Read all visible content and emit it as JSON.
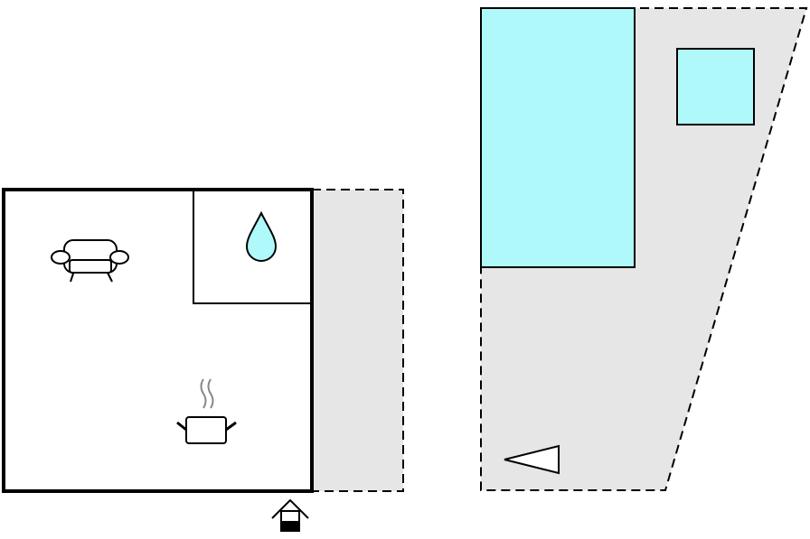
{
  "diagram": {
    "type": "floor-plan",
    "colors": {
      "wall": "#000000",
      "outdoor_area": "#e6e6e6",
      "water": "#aff9fb",
      "background": "#ffffff",
      "icon_stroke": "#000000",
      "steam": "#888888"
    },
    "house": {
      "rooms": [
        {
          "name": "living-kitchen",
          "icons": [
            "sofa-icon",
            "cooking-pot-icon"
          ]
        },
        {
          "name": "bathroom",
          "icons": [
            "water-drop-icon"
          ]
        }
      ],
      "outdoor": [
        "terrace"
      ],
      "entrance_icon": "entrance-icon"
    },
    "plot": {
      "outdoor": [
        "garden"
      ],
      "water_features": [
        "pool",
        "small-pool"
      ],
      "orientation_icon": "direction-arrow-icon"
    }
  }
}
